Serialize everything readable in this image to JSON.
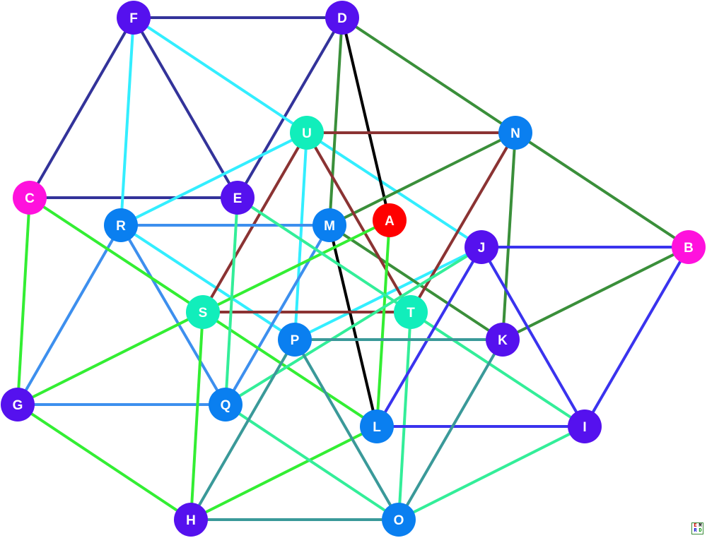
{
  "graph": {
    "nodes": [
      {
        "id": "A",
        "label": "A",
        "color": "#ff0000"
      },
      {
        "id": "B",
        "label": "B",
        "color": "#ff11dd"
      },
      {
        "id": "C",
        "label": "C",
        "color": "#ff11dd"
      },
      {
        "id": "D",
        "label": "D",
        "color": "#5511ee"
      },
      {
        "id": "E",
        "label": "E",
        "color": "#5511ee"
      },
      {
        "id": "F",
        "label": "F",
        "color": "#5511ee"
      },
      {
        "id": "G",
        "label": "G",
        "color": "#5511ee"
      },
      {
        "id": "H",
        "label": "H",
        "color": "#5511ee"
      },
      {
        "id": "I",
        "label": "I",
        "color": "#5511ee"
      },
      {
        "id": "J",
        "label": "J",
        "color": "#5511ee"
      },
      {
        "id": "K",
        "label": "K",
        "color": "#5511ee"
      },
      {
        "id": "L",
        "label": "L",
        "color": "#0a7ff0"
      },
      {
        "id": "M",
        "label": "M",
        "color": "#0a7ff0"
      },
      {
        "id": "N",
        "label": "N",
        "color": "#0a7ff0"
      },
      {
        "id": "O",
        "label": "O",
        "color": "#0a7ff0"
      },
      {
        "id": "P",
        "label": "P",
        "color": "#0a7ff0"
      },
      {
        "id": "Q",
        "label": "Q",
        "color": "#0a7ff0"
      },
      {
        "id": "R",
        "label": "R",
        "color": "#0a7ff0"
      },
      {
        "id": "S",
        "label": "S",
        "color": "#11eebb"
      },
      {
        "id": "T",
        "label": "T",
        "color": "#11eebb"
      },
      {
        "id": "U",
        "label": "U",
        "color": "#11eebb"
      }
    ],
    "edges": [
      {
        "from": "F",
        "to": "D",
        "color": "#33339a"
      },
      {
        "from": "F",
        "to": "C",
        "color": "#33339a"
      },
      {
        "from": "F",
        "to": "E",
        "color": "#33339a"
      },
      {
        "from": "C",
        "to": "E",
        "color": "#33339a"
      },
      {
        "from": "D",
        "to": "E",
        "color": "#33339a"
      },
      {
        "from": "F",
        "to": "R",
        "color": "#33eeff"
      },
      {
        "from": "F",
        "to": "U",
        "color": "#33eeff"
      },
      {
        "from": "U",
        "to": "R",
        "color": "#33eeff"
      },
      {
        "from": "U",
        "to": "J",
        "color": "#33eeff"
      },
      {
        "from": "U",
        "to": "P",
        "color": "#33eeff"
      },
      {
        "from": "R",
        "to": "P",
        "color": "#33eeff"
      },
      {
        "from": "J",
        "to": "P",
        "color": "#33eeff"
      },
      {
        "from": "D",
        "to": "A",
        "color": "#000000"
      },
      {
        "from": "M",
        "to": "L",
        "color": "#000000"
      },
      {
        "from": "D",
        "to": "M",
        "color": "#3a8f3a"
      },
      {
        "from": "D",
        "to": "N",
        "color": "#3a8f3a"
      },
      {
        "from": "N",
        "to": "B",
        "color": "#3a8f3a"
      },
      {
        "from": "N",
        "to": "M",
        "color": "#3a8f3a"
      },
      {
        "from": "N",
        "to": "K",
        "color": "#3a8f3a"
      },
      {
        "from": "M",
        "to": "K",
        "color": "#3a8f3a"
      },
      {
        "from": "B",
        "to": "K",
        "color": "#3a8f3a"
      },
      {
        "from": "U",
        "to": "N",
        "color": "#8b3333"
      },
      {
        "from": "U",
        "to": "S",
        "color": "#8b3333"
      },
      {
        "from": "U",
        "to": "T",
        "color": "#8b3333"
      },
      {
        "from": "N",
        "to": "T",
        "color": "#8b3333"
      },
      {
        "from": "S",
        "to": "T",
        "color": "#8b3333"
      },
      {
        "from": "R",
        "to": "M",
        "color": "#3d8fee"
      },
      {
        "from": "R",
        "to": "G",
        "color": "#3d8fee"
      },
      {
        "from": "R",
        "to": "Q",
        "color": "#3d8fee"
      },
      {
        "from": "M",
        "to": "Q",
        "color": "#3d8fee"
      },
      {
        "from": "G",
        "to": "Q",
        "color": "#3d8fee"
      },
      {
        "from": "C",
        "to": "G",
        "color": "#33ee33"
      },
      {
        "from": "C",
        "to": "L",
        "color": "#33ee33"
      },
      {
        "from": "A",
        "to": "S",
        "color": "#33ee33"
      },
      {
        "from": "A",
        "to": "L",
        "color": "#33ee33"
      },
      {
        "from": "S",
        "to": "G",
        "color": "#33ee33"
      },
      {
        "from": "S",
        "to": "H",
        "color": "#33ee33"
      },
      {
        "from": "G",
        "to": "H",
        "color": "#33ee33"
      },
      {
        "from": "H",
        "to": "L",
        "color": "#33ee33"
      },
      {
        "from": "E",
        "to": "Q",
        "color": "#33ee99"
      },
      {
        "from": "E",
        "to": "T",
        "color": "#33ee99"
      },
      {
        "from": "T",
        "to": "I",
        "color": "#33ee99"
      },
      {
        "from": "T",
        "to": "O",
        "color": "#33ee99"
      },
      {
        "from": "Q",
        "to": "J",
        "color": "#33ee99"
      },
      {
        "from": "Q",
        "to": "O",
        "color": "#33ee99"
      },
      {
        "from": "O",
        "to": "I",
        "color": "#33ee99"
      },
      {
        "from": "J",
        "to": "B",
        "color": "#3a33ee"
      },
      {
        "from": "J",
        "to": "L",
        "color": "#3a33ee"
      },
      {
        "from": "J",
        "to": "I",
        "color": "#3a33ee"
      },
      {
        "from": "B",
        "to": "I",
        "color": "#3a33ee"
      },
      {
        "from": "L",
        "to": "I",
        "color": "#3a33ee"
      },
      {
        "from": "P",
        "to": "K",
        "color": "#3a9999"
      },
      {
        "from": "P",
        "to": "H",
        "color": "#3a9999"
      },
      {
        "from": "P",
        "to": "O",
        "color": "#3a9999"
      },
      {
        "from": "K",
        "to": "O",
        "color": "#3a9999"
      },
      {
        "from": "H",
        "to": "O",
        "color": "#3a9999"
      }
    ]
  },
  "logo": {
    "cells": [
      "E",
      "M",
      "R",
      "D"
    ],
    "colors": [
      "#cc0000",
      "#000000",
      "#0000cc",
      "#009900"
    ]
  }
}
